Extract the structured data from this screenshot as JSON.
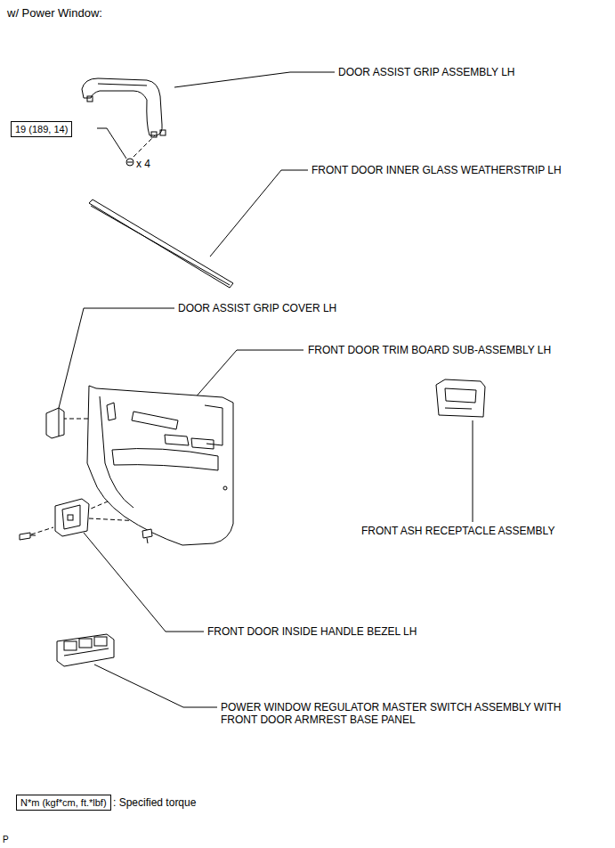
{
  "diagram": {
    "title": "w/ Power Window:",
    "nodes": [
      {
        "text": [
          "19 (189, 14)"
        ]
      },
      {
        "text": [
          "N*m (kgf*cm, ft.*lbf)"
        ]
      }
    ],
    "labels": [
      "DOOR ASSIST GRIP ASSEMBLY LH",
      "x 4",
      "FRONT DOOR INNER GLASS WEATHERSTRIP LH",
      "DOOR ASSIST GRIP COVER LH",
      "FRONT DOOR TRIM BOARD SUB-ASSEMBLY LH",
      "FRONT ASH RECEPTACLE ASSEMBLY",
      "FRONT DOOR INSIDE HANDLE BEZEL LH",
      "POWER WINDOW REGULATOR MASTER SWITCH ASSEMBLY WITH FRONT DOOR ARMREST BASE PANEL",
      ": Specified torque",
      "P"
    ]
  }
}
